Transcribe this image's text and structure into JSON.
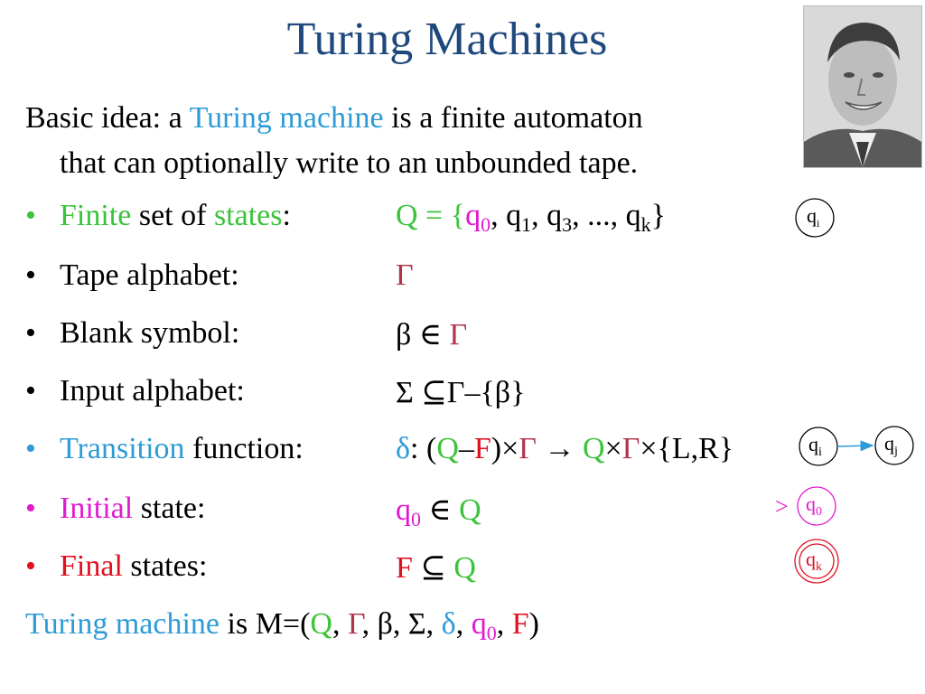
{
  "title": "Turing Machines",
  "intro": {
    "line1_pre": "Basic idea: a ",
    "line1_highlight": "Turing machine",
    "line1_post": " is a finite automaton",
    "line2": "that can optionally write to an unbounded tape."
  },
  "bullet_glyph": "•",
  "items": [
    {
      "label_hl": "Finite",
      "label_mid": " set of ",
      "label_hl2": "states",
      "label_end": ":",
      "expr": {
        "a": "Q = {",
        "q0": "q",
        "q0sub": "0",
        "rest1": ", q",
        "s1": "1",
        "rest2": ", q",
        "s3": "3",
        "rest3": ", ..., q",
        "sk": "k",
        "end": "}"
      }
    },
    {
      "label": "Tape alphabet:",
      "expr": "Γ"
    },
    {
      "label": "Blank symbol:",
      "expr_a": "β ",
      "expr_in": "∈",
      "expr_b": " Γ"
    },
    {
      "label": "Input alphabet:",
      "expr_a": "Σ ",
      "expr_sub": "⊆",
      "expr_b": "Γ–{β}"
    },
    {
      "label_hl": "Transition",
      "label_rest": " function:",
      "expr": {
        "delta": "δ",
        "c1": ": (",
        "q": "Q",
        "dash": "–",
        "f": "F",
        "c2": ")×",
        "g": "Γ",
        "arrow": " → ",
        "q2": "Q",
        "x1": "×",
        "g2": "Γ",
        "end": "×{L,R}"
      }
    },
    {
      "label_hl": "Initial",
      "label_rest": " state:",
      "expr_q": "q",
      "expr_sub": "0",
      "expr_in": " ∈ ",
      "expr_Q": "Q"
    },
    {
      "label_hl": "Final",
      "label_rest": " states:",
      "expr_f": "F ",
      "expr_sub": "⊆",
      "expr_Q": " Q"
    }
  ],
  "summary": {
    "pre": "Turing machine",
    "is": " is M=(",
    "Q": "Q",
    "c1": ", ",
    "G": "Γ",
    "c2": ", β, Σ, ",
    "d": "δ",
    "c3": ", ",
    "q": "q",
    "qsub": "0",
    "c4": ", ",
    "F": "F",
    "end": ")"
  },
  "diagram": {
    "state_i": "q",
    "state_i_sub": "i",
    "state_from": "q",
    "state_from_sub": "i",
    "state_to": "q",
    "state_to_sub": "j",
    "state_start": "q",
    "state_start_sub": "0",
    "state_final": "q",
    "state_final_sub": "k",
    "start_marker": ">"
  },
  "colors": {
    "title": "#1f497d",
    "turing_blue": "#2e9bd6",
    "green": "#3cc33c",
    "magenta": "#e01ad0",
    "red": "#e01020",
    "gamma_brown": "#b0354a"
  }
}
